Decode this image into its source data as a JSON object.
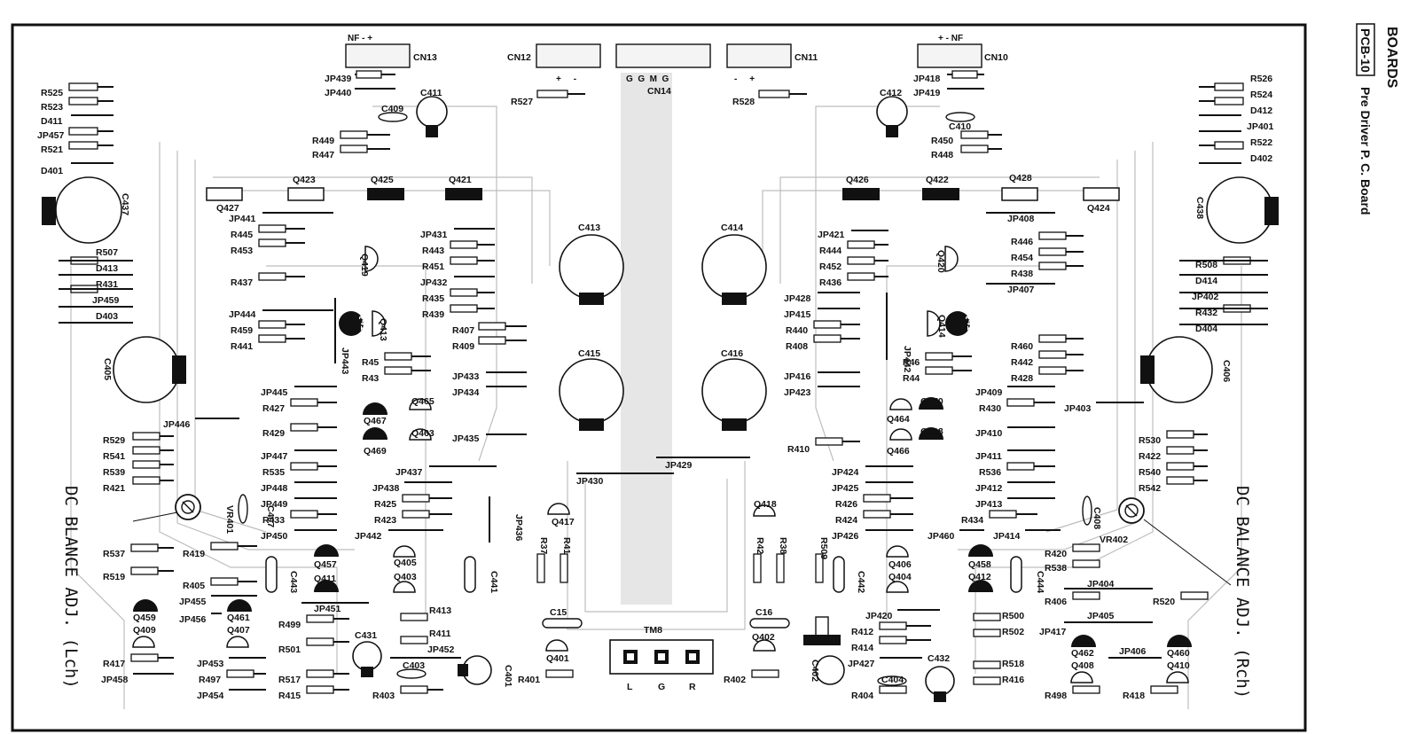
{
  "header": {
    "title": "BOARDS",
    "board_id": "PCB-10",
    "board_name": "Pre Driver P. C. Board"
  },
  "annotations": {
    "left_adjust": "DC BLANCE ADJ. (Lch)",
    "right_adjust": "DC BALANCE ADJ. (Rch)"
  },
  "connectors": {
    "cn13": "CN13",
    "cn12": "CN12",
    "cn14": "CN14",
    "cn11": "CN11",
    "cn10": "CN10",
    "cn13_pins": "NF - +",
    "cn10_pins": "+ - NF",
    "cn12_pins": "+     -",
    "cn14_pins": "G  G  M  G",
    "cn11_pins": "-     +"
  },
  "terminal": {
    "name": "TM8",
    "pins": [
      "L",
      "G",
      "R"
    ]
  },
  "components": {
    "left_edge": [
      "R525",
      "R523",
      "D411",
      "JP457",
      "R521",
      "D401"
    ],
    "right_edge": [
      "R526",
      "R524",
      "D412",
      "JP401",
      "R522",
      "D402"
    ],
    "c437": "C437",
    "c438": "C438",
    "c405": "C405",
    "c406": "C406",
    "left_mid": [
      "R507",
      "D413",
      "R431",
      "JP459",
      "D403"
    ],
    "right_mid": [
      "R508",
      "D414",
      "JP402",
      "R432",
      "D404"
    ],
    "top_left": [
      "JP439",
      "JP440",
      "C411",
      "C409",
      "R449",
      "R447",
      "R527"
    ],
    "top_right": [
      "JP418",
      "JP419",
      "C412",
      "C410",
      "R450",
      "R448",
      "R528"
    ],
    "q_row_left": [
      "Q427",
      "Q423",
      "Q425",
      "Q421"
    ],
    "q_row_right": [
      "Q426",
      "Q422",
      "Q428",
      "Q424"
    ],
    "caps_center": [
      "C413",
      "C414",
      "C415",
      "C416"
    ],
    "col_l1": [
      "JP441",
      "R445",
      "R453",
      "R437",
      "JP444",
      "R459",
      "R441"
    ],
    "col_l2": [
      "JP431",
      "R443",
      "R451",
      "JP432",
      "R435",
      "R439",
      "R407",
      "R409"
    ],
    "col_r2": [
      "JP421",
      "R444",
      "R452",
      "R436",
      "JP428",
      "JP415",
      "R440",
      "R408"
    ],
    "col_r1": [
      "JP408",
      "R446",
      "R454",
      "R438",
      "JP407",
      "R460",
      "R442",
      "R428"
    ],
    "q_mid_left": [
      "Q419",
      "Q415",
      "Q413",
      "JP443",
      "R45",
      "R43",
      "JP433",
      "JP434"
    ],
    "q_mid_right": [
      "Q420",
      "Q414",
      "Q416",
      "JP442",
      "R46",
      "R44",
      "JP416",
      "JP423"
    ],
    "lower_left": [
      "JP445",
      "R427",
      "Q467",
      "Q465",
      "R429",
      "Q469",
      "Q463",
      "JP435",
      "JP446",
      "R529",
      "R541",
      "R539",
      "R421",
      "JP447",
      "R535",
      "JP448",
      "JP449",
      "R433",
      "JP450",
      "JP437",
      "JP438",
      "R425",
      "R423",
      "JP442",
      "JP436",
      "JP430",
      "JP429"
    ],
    "lower_right": [
      "JP409",
      "R430",
      "Q470",
      "Q464",
      "Q468",
      "Q466",
      "JP410",
      "R410",
      "JP403",
      "R530",
      "R422",
      "R540",
      "R542",
      "JP411",
      "R536",
      "JP412",
      "JP413",
      "R434",
      "JP424",
      "JP425",
      "R426",
      "R424",
      "JP426",
      "JP460",
      "JP414"
    ],
    "vr401": "VR401",
    "c407": "C407",
    "vr402": "VR402",
    "c408": "C408",
    "bottom_left": [
      "R537",
      "R419",
      "R519",
      "R405",
      "JP455",
      "JP456",
      "Q459",
      "Q409",
      "Q461",
      "Q407",
      "R417",
      "JP458",
      "JP453",
      "R497",
      "JP454",
      "C443",
      "Q457",
      "Q411",
      "JP451",
      "R499",
      "R501",
      "R517",
      "R415",
      "C431",
      "C403",
      "R403",
      "Q405",
      "Q403",
      "C441",
      "R413",
      "R411",
      "JP452",
      "C401"
    ],
    "bottom_center": [
      "Q417",
      "R37",
      "R41",
      "C15",
      "Q401",
      "R401",
      "Q418",
      "R42",
      "R38",
      "R509",
      "C16",
      "Q402",
      "R402",
      "C402",
      "C442"
    ],
    "bottom_right": [
      "Q406",
      "Q404",
      "Q458",
      "Q412",
      "C444",
      "R420",
      "R538",
      "JP404",
      "R406",
      "R520",
      "JP405",
      "JP417",
      "Q462",
      "Q408",
      "JP406",
      "Q460",
      "Q410",
      "R498",
      "R418",
      "JP420",
      "R412",
      "R414",
      "JP427",
      "C432",
      "C404",
      "R404",
      "R500",
      "R502",
      "R518",
      "R416"
    ]
  }
}
